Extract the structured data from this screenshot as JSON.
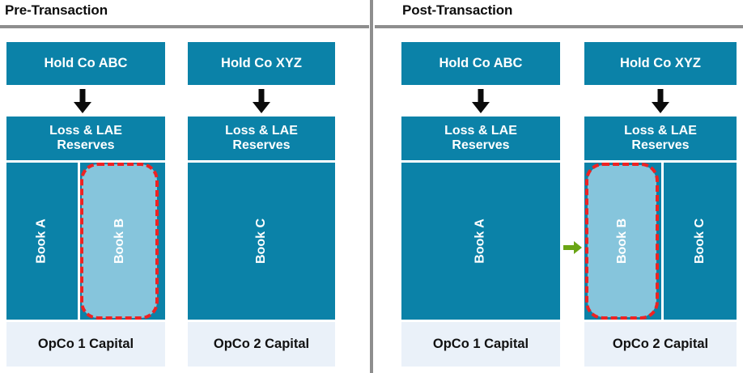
{
  "panels": [
    {
      "id": "pre",
      "title": "Pre-Transaction",
      "groups": [
        {
          "id": "pre-abc",
          "holdco": "Hold Co ABC",
          "reserves": "Loss & LAE\nReserves",
          "reserves_line1": "Loss & LAE",
          "reserves_line2": "Reserves",
          "capital": "OpCo 1 Capital",
          "books": [
            {
              "label": "Book A",
              "highlighted": false
            },
            {
              "label": "Book B",
              "highlighted": true
            }
          ]
        },
        {
          "id": "pre-xyz",
          "holdco": "Hold Co XYZ",
          "reserves_line1": "Loss & LAE",
          "reserves_line2": "Reserves",
          "capital": "OpCo 2 Capital",
          "books": [
            {
              "label": "Book C",
              "highlighted": false
            }
          ]
        }
      ]
    },
    {
      "id": "post",
      "title": "Post-Transaction",
      "groups": [
        {
          "id": "post-abc",
          "holdco": "Hold Co ABC",
          "reserves_line1": "Loss & LAE",
          "reserves_line2": "Reserves",
          "capital": "OpCo 1 Capital",
          "books": [
            {
              "label": "Book A",
              "highlighted": false
            }
          ]
        },
        {
          "id": "post-xyz",
          "holdco": "Hold Co XYZ",
          "reserves_line1": "Loss & LAE",
          "reserves_line2": "Reserves",
          "capital": "OpCo 2 Capital",
          "books": [
            {
              "label": "Book B",
              "highlighted": true
            },
            {
              "label": "Book C",
              "highlighted": false
            }
          ]
        }
      ]
    }
  ],
  "icons": {
    "down_arrow": "down-arrow-icon",
    "transfer_arrow": "green-right-arrow-icon"
  },
  "colors": {
    "teal": "#0b82a8",
    "light_blue": "#86c5dc",
    "capital_bg": "#eaf1f9",
    "highlight_red": "#ee2222",
    "transfer_green": "#6aa515",
    "rule_gray": "#8e8e8e",
    "text_dark": "#0d0d0d",
    "text_light": "#ffffff"
  }
}
